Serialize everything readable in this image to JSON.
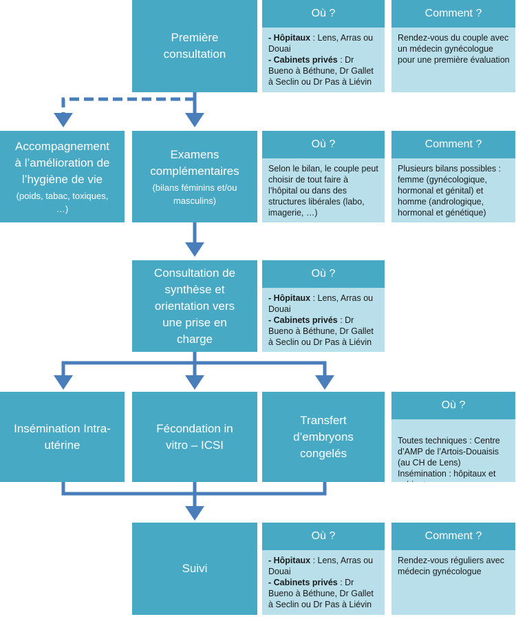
{
  "steps": {
    "premiere": {
      "title": "Première\nconsultation"
    },
    "accompagnement": {
      "title": "Accompagnement\nà l’amélioration de\nl’hygiène de vie",
      "sub": "(poids, tabac, toxiques,\n…)"
    },
    "examens": {
      "title": "Examens\ncomplémentaires",
      "sub": "(bilans féminins et/ou\nmasculins)"
    },
    "synthese": {
      "title": "Consultation de\nsynthèse et\norientation vers\nune prise en\ncharge"
    },
    "insemination": {
      "title": "Insémination Intra-\nutérine"
    },
    "fecondation": {
      "title": "Fécondation in\nvitro – ICSI"
    },
    "transfert": {
      "title": "Transfert\nd’embryons\ncongelés"
    },
    "suivi": {
      "title": "Suivi"
    }
  },
  "headers": {
    "ou": "Où ?",
    "comment": "Comment ?"
  },
  "info": {
    "lieux": {
      "hopitaux_label": "- Hôpitaux",
      "hopitaux_text": " : Lens, Arras ou Douai",
      "cabinets_label": "- Cabinets privés",
      "cabinets_text": " : Dr Bueno à Béthune, Dr Gallet à Seclin ou Dr Pas à Liévin"
    },
    "premiere_comment": "Rendez-vous du couple avec un médecin gynécologue pour une première évaluation",
    "examens_ou": "Selon le bilan, le couple peut choisir de tout faire à l’hôpital ou dans des structures libérales (labo, imagerie, …)",
    "examens_comment": "Plusieurs bilans possibles  : femme (gynécologique, hormonal et génital) et homme (andrologique, hormonal et génétique)",
    "techniques_ou": "Toutes techniques : Centre d’AMP de l’Artois-Douaisis (au CH de Lens)\nInsémination : hôpitaux et cabinets",
    "suivi_comment": "Rendez-vous réguliers avec médecin gynécologue"
  },
  "colors": {
    "box": "#48a9c5",
    "info": "#b8dfea",
    "arrow": "#4a7ebb"
  }
}
